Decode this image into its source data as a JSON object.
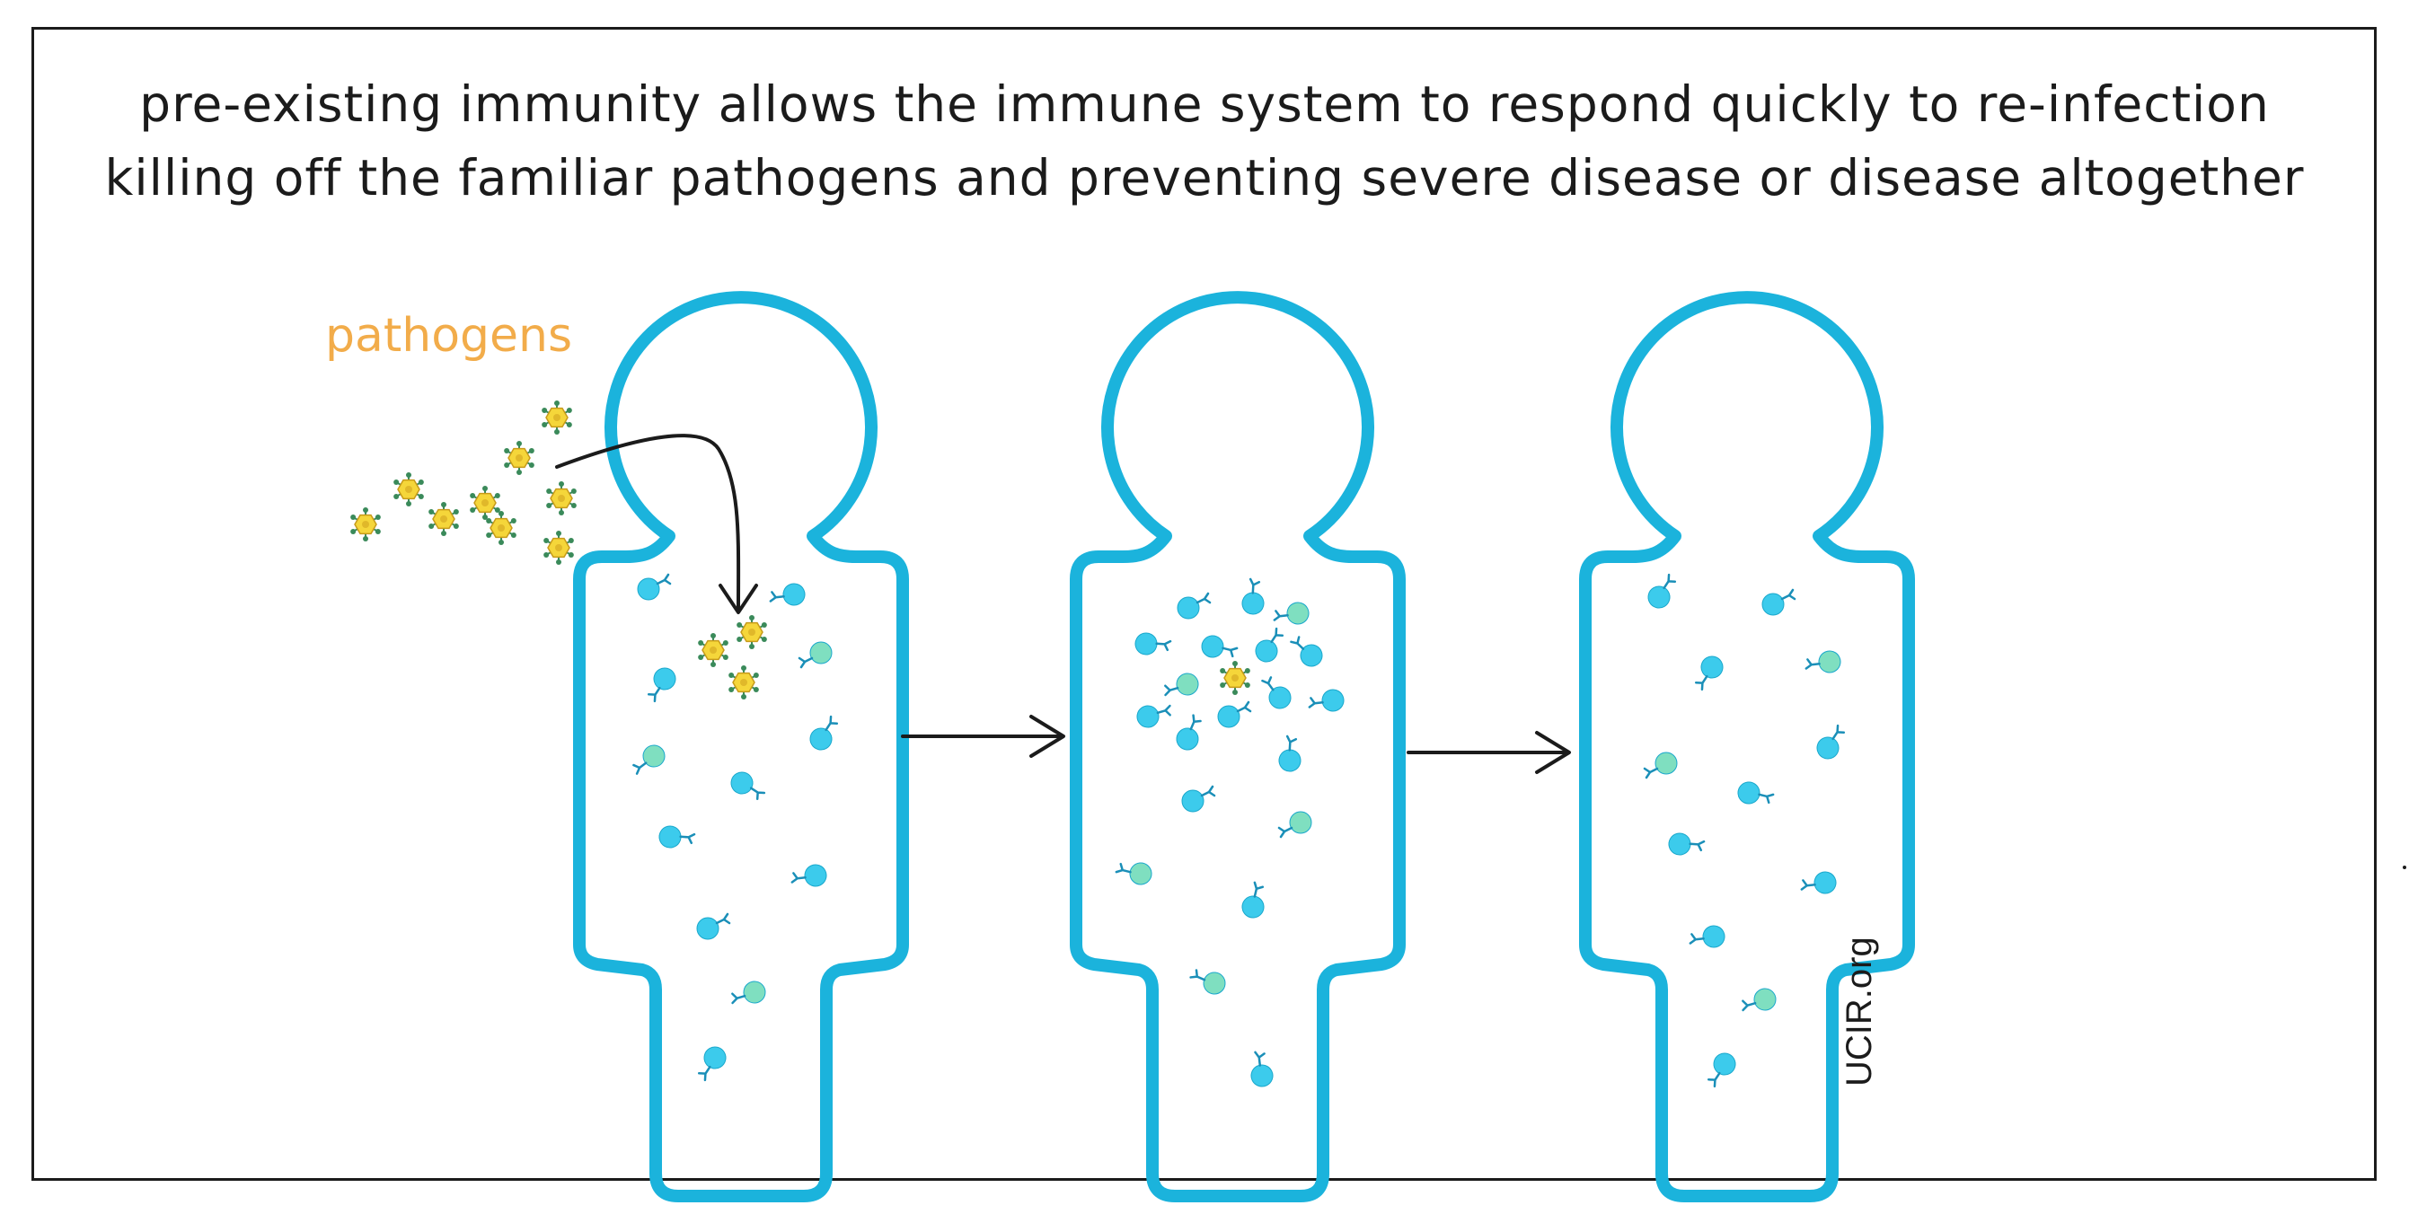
{
  "caption": {
    "line1": "pre-existing immunity allows the immune system to respond quickly to re-infection",
    "line2": "killing off the familiar pathogens and preventing severe disease or disease altogether"
  },
  "labels": {
    "pathogens": "pathogens",
    "watermark": "UCIR.org"
  },
  "colors": {
    "body_outline": "#1bb3dc",
    "immune_cell_blue": "#3ccbec",
    "immune_cell_green": "#7fdfc0",
    "pathogen_fill": "#f5d63a",
    "pathogen_spikes": "#3a8a5a",
    "arrow": "#1b1b1b",
    "pathogens_label": "#f2ac4a"
  },
  "figures": [
    {
      "stage": "infection",
      "pathogens_inside": 3
    },
    {
      "stage": "immune response",
      "pathogens_inside": 1
    },
    {
      "stage": "cleared",
      "pathogens_inside": 0
    }
  ],
  "icons": {
    "pathogen": "virus-icon",
    "immune_cell": "immune-cell-icon",
    "arrow": "right-arrow-icon"
  }
}
